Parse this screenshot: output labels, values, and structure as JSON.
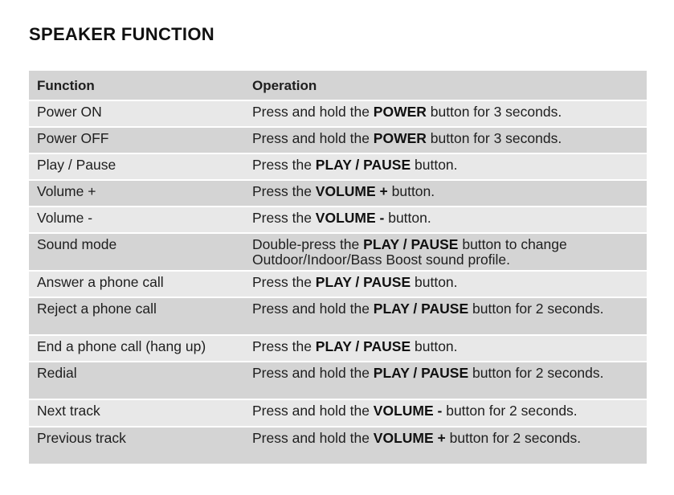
{
  "title": "SPEAKER FUNCTION",
  "table": {
    "headers": [
      "Function",
      "Operation"
    ],
    "rows": [
      {
        "function": "Power ON",
        "op": [
          {
            "t": "Press and hold the "
          },
          {
            "t": "POWER",
            "b": true
          },
          {
            "t": " button for 3 seconds."
          }
        ]
      },
      {
        "function": "Power OFF",
        "op": [
          {
            "t": "Press and hold the "
          },
          {
            "t": "POWER",
            "b": true
          },
          {
            "t": " button for 3 seconds."
          }
        ]
      },
      {
        "function": "Play / Pause",
        "op": [
          {
            "t": "Press the "
          },
          {
            "t": "PLAY / PAUSE",
            "b": true
          },
          {
            "t": " button."
          }
        ]
      },
      {
        "function": "Volume +",
        "op": [
          {
            "t": "Press the "
          },
          {
            "t": "VOLUME +",
            "b": true
          },
          {
            "t": " button."
          }
        ]
      },
      {
        "function": "Volume -",
        "op": [
          {
            "t": "Press the "
          },
          {
            "t": "VOLUME -",
            "b": true
          },
          {
            "t": " button."
          }
        ]
      },
      {
        "function": "Sound mode",
        "op": [
          {
            "t": "Double-press the "
          },
          {
            "t": "PLAY / PAUSE",
            "b": true
          },
          {
            "t": " button to change Outdoor/Indoor/Bass Boost sound profile."
          }
        ]
      },
      {
        "function": "Answer a phone call",
        "op": [
          {
            "t": "Press the "
          },
          {
            "t": "PLAY / PAUSE",
            "b": true
          },
          {
            "t": " button."
          }
        ]
      },
      {
        "function": "Reject a phone call",
        "op": [
          {
            "t": "Press and hold the "
          },
          {
            "t": "PLAY / PAUSE",
            "b": true
          },
          {
            "t": " button for 2 seconds."
          }
        ]
      },
      {
        "function": "End a phone call (hang up)",
        "op": [
          {
            "t": "Press the "
          },
          {
            "t": "PLAY / PAUSE",
            "b": true
          },
          {
            "t": " button."
          }
        ]
      },
      {
        "function": "Redial",
        "op": [
          {
            "t": "Press and hold the "
          },
          {
            "t": "PLAY / PAUSE",
            "b": true
          },
          {
            "t": " button for 2 seconds."
          }
        ]
      },
      {
        "function": "Next track",
        "op": [
          {
            "t": "Press and hold the "
          },
          {
            "t": "VOLUME -",
            "b": true
          },
          {
            "t": " button for 2 seconds."
          }
        ]
      },
      {
        "function": "Previous track",
        "op": [
          {
            "t": "Press and hold the "
          },
          {
            "t": "VOLUME +",
            "b": true
          },
          {
            "t": " button for 2 seconds."
          }
        ]
      }
    ]
  }
}
